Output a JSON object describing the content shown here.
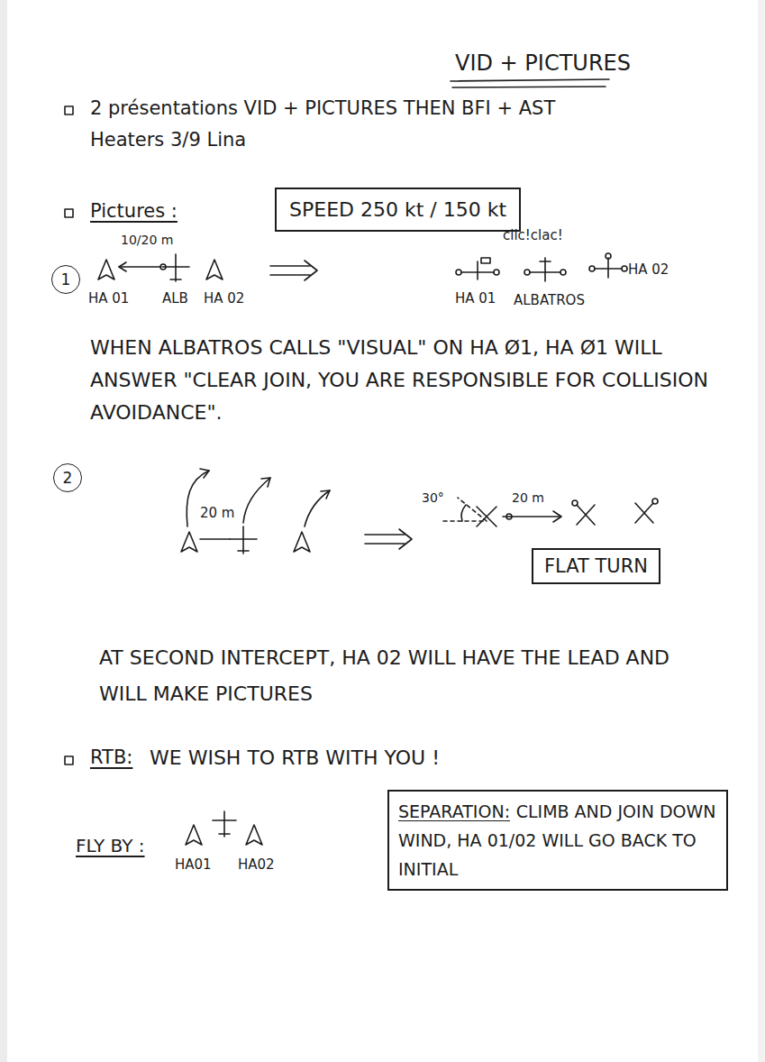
{
  "diagram": {
    "title": "VID + PICTURES",
    "nodes": [
      {
        "text": [
          "SPEED 250 kt / 150 kt"
        ]
      },
      {
        "text": [
          "1"
        ]
      },
      {
        "text": [
          "2"
        ]
      },
      {
        "text": [
          "FLAT TURN"
        ]
      },
      {
        "text": [
          "SEPARATION:",
          "CLIMB AND JOIN DOWN WIND, HA 01/02 WILL GO BACK TO INITIAL"
        ]
      }
    ],
    "labels": [
      "2 présentations VID + PICTURES THEN BFI + AST",
      "Heaters 3/9 Lina",
      "Pictures :",
      "10/20 m",
      "HA 01",
      "ALB",
      "HA 02",
      "clic!clac!",
      "HA 01",
      "ALBATROS",
      "HA 02",
      "WHEN ALBATROS CALLS \"VISUAL\" ON HA Ø1, HA Ø1 WILL ANSWER \"CLEAR JOIN, YOU ARE RESPONSIBLE FOR COLLISION AVOIDANCE\".",
      "20 m",
      "30°",
      "20 m",
      "AT SECOND INTERCEPT, HA 02 WILL HAVE THE LEAD AND WILL MAKE PICTURES",
      "RTB:",
      "WE WISH TO RTB WITH YOU !",
      "FLY BY :",
      "HA01",
      "HA02"
    ]
  }
}
